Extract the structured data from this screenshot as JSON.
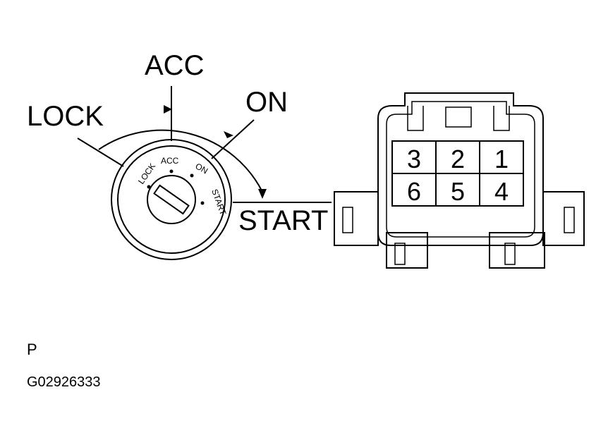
{
  "switch_labels": {
    "acc": "ACC",
    "lock": "LOCK",
    "on": "ON",
    "start": "START"
  },
  "dial_labels": {
    "lock": "LOCK",
    "acc": "ACC",
    "on": "ON",
    "start": "START"
  },
  "connector_pins": [
    "3",
    "2",
    "1",
    "6",
    "5",
    "4"
  ],
  "caption": {
    "letter": "P",
    "code": "G02926333"
  }
}
